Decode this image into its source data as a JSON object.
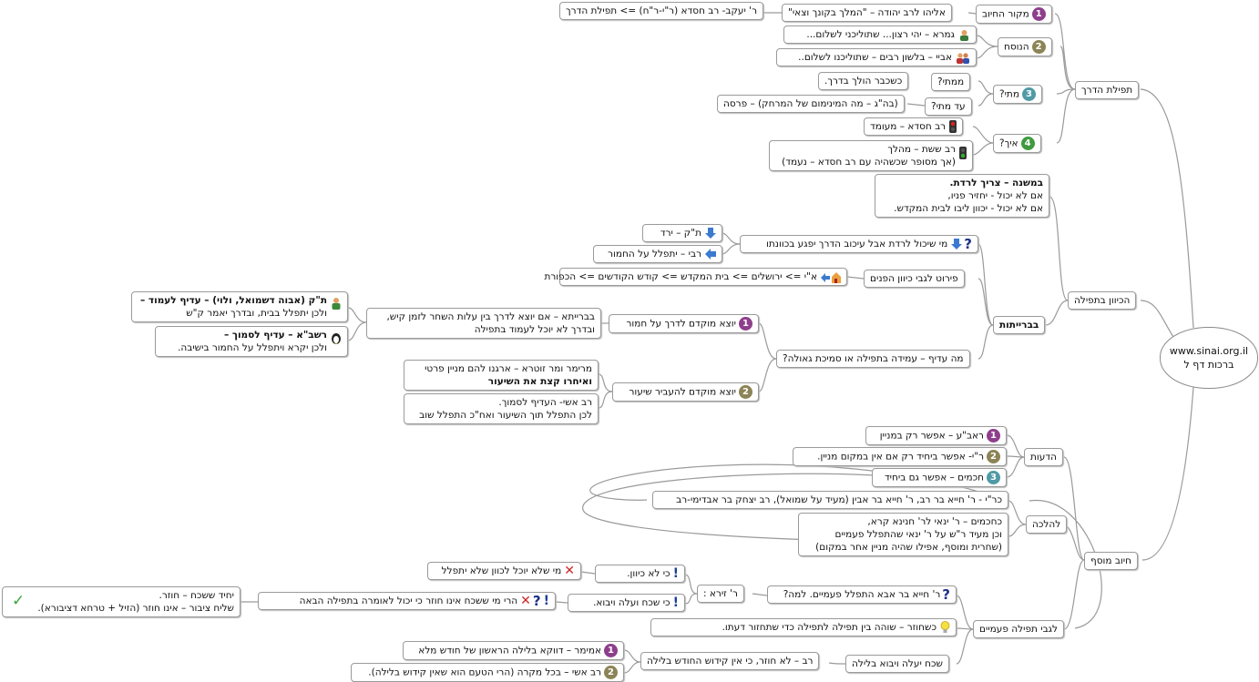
{
  "root": {
    "line1": "www.sinai.org.il",
    "line2": "ברכות דף ל"
  },
  "branches": {
    "tefilat_haderech": "תפילת הדרך",
    "mekor_hachiyuv": "מקור החיוב",
    "eliyahu": "אליהו לרב יהודה – \"המלך בקונך וצאי\"",
    "r_yaakov": "ר' יעקב- רב חסדא (ר\"י-ר\"ח) => תפילת הדרך",
    "hanusach": "הנוסח",
    "gemara": "גמרא – יהי רצון... שתוליכני לשלום...",
    "abaye": "אביי – בלשון רבים – שתוליכנו לשלום..",
    "matai": "מתי?",
    "mematai": "ממתי?",
    "kshekvar": "כשכבר הולך בדרך.",
    "ad_matai": "עד מתי?",
    "bahag": "(בה\"ג – מה המינימום של המרחק) – פרסה",
    "eich": "איך?",
    "rav_chisda_omed": "רב חסדא – מעומד",
    "rav_sheshet_1": "רב ששת – מהלך",
    "rav_sheshet_2": "(אך מסופר שכשהיה עם רב חסדא – נעמד)",
    "hakivun": "הכיוון בתפילה",
    "mishna_1": "במשנה – צריך לרדת.",
    "mishna_2": "אם לא יכול - יחזיר פניו,",
    "mishna_3": "אם לא יכול - יכוון ליבו לבית המקדש.",
    "braitot": "בברייתות",
    "mi_shayachol": "מי שיכול לרדת אבל עיכוב הדרך יפגע בכוונתו",
    "tanya_yered": "ת\"ק – ירד",
    "rebbi_chamor": "רבי – יתפלל על החמור",
    "perut": "פירוט לגבי כיוון הפנים",
    "ai_yerushalayim": "א\"י => ירושלים => בית המקדש => קודש הקודשים => הכפורת",
    "ma_adif": "מה עדיף – עמידה בתפילה או סמיכת גאולה?",
    "yotze_1": "יוצא מוקדם לדרך על חמור",
    "bebraita_1": "בברייתא – אם יוצא לדרך בין עלות השחר לזמן קיש,",
    "bebraita_2": "ובדרך לא יוכל לעמוד בתפילה",
    "tk_1": "ת\"ק (אבוה דשמואל, ולוי) – עדיף לעמוד –",
    "tk_2": "ולכן יתפלל בבית, ובדרך יאמר ק\"ש",
    "rashba_1": "רשב\"א – עדיף לסמוך –",
    "rashba_2": "ולכן יקרא ויתפלל על החמור בישיבה.",
    "yotze_2": "יוצא מוקדם להעביר שיעור",
    "mereimar_1": "מרימר ומר זוטרא – ארגנו להם מניין פרטי",
    "mereimar_2": "ואיחרו קצת את השיעור",
    "rav_ashi_1": "רב אשי- העדיף לסמוך.",
    "rav_ashi_2": "לכן התפלל תוך השיעור ואח\"כ התפלל שוב",
    "chiyuv_musaf": "חיוב מוסף",
    "deot": "הדעות",
    "raava": "ראב\"ע – אפשר רק במניין",
    "ry": "ר\"י- אפשר ביחיד רק אם אין במקום מניין.",
    "chachamim": "חכמים – אפשר גם ביחיד",
    "halacha": "להלכה",
    "kry_1": "כר\"י - ר' חייא בר רב, ר' חייא בר אבין (מעיד על שמואל), רב יצחק בר אבדימי-רב",
    "kchachamim_1": "כחכמים – ר' ינאי לר' חנינא קרא,",
    "kchachamim_2": "וכן מעיד ר\"ש על ר' ינאי שהתפלל פעמיים",
    "kchachamim_3": "(שחרית ומוסף, אפילו שהיה מניין אחר במקום)",
    "pamayim": "לגבי תפילה פעמיים",
    "r_chiya": "ר' חייא בר אבא התפלל פעמיים. למה?",
    "r_zeira": "ר' זירא :",
    "ki_lo": "כי לא כיוון.",
    "mi_shelo": "מי שלא יוכל לכוון שלא יתפלל",
    "ki_shachach": "כי שכח ועלה ויבוא.",
    "harei": "הרי מי ששכח אינו חוזר כי יכול לאומרה בתפילה הבאה",
    "yachid_1": "יחיד ששכח – חוזר.",
    "yachid_2": "שליח ציבור – אינו חוזר (הזיל + טרחא דציבורא).",
    "kshechozer": "כשחוזר – שוהה בין תפילה לתפילה כדי שתחזור דעתו.",
    "shachach_layla": "שכח יעלה ויבוא בלילה",
    "rav_lo_chozer": "רב – לא חוזר, כי אין קידוש החודש בלילה",
    "ameimar": "אמימר – דווקא בלילה הראשון של חודש מלא",
    "rav_ashi_layla": "רב אשי – בכל מקרה (הרי הטעם הוא שאין קידוש בלילה)."
  },
  "icons": {
    "number_1": "1",
    "number_2": "2",
    "number_3": "3",
    "number_4": "4",
    "question": "?",
    "excl": "!",
    "x": "✕",
    "check": "✓"
  },
  "colors": {
    "line": "#999999",
    "n1": "#8e3f8c",
    "n2": "#8c8456",
    "n3": "#4f9aa6",
    "n4": "#3f9a3f"
  }
}
